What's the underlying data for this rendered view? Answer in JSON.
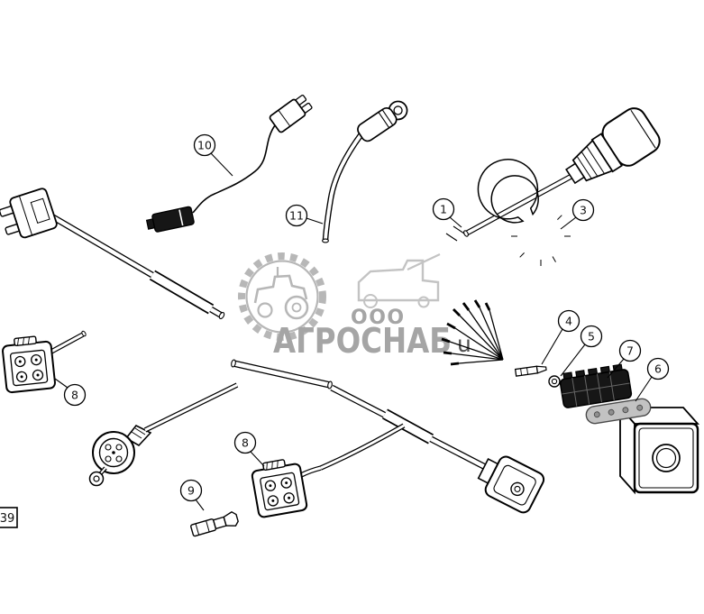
{
  "watermark": {
    "company_prefix": "ООО",
    "brand": "АГРОСНАБ",
    "mark": "u"
  },
  "frame_label": "39",
  "callouts": {
    "item1": "1",
    "item3": "3",
    "item4": "4",
    "item5": "5",
    "item6": "6",
    "item7": "7",
    "item8a": "8",
    "item8b": "8",
    "item9": "9",
    "item10": "10",
    "item11": "11"
  },
  "colors": {
    "background": "#ffffff",
    "line": "#000000",
    "watermark_gray": "#9c9c9c"
  }
}
